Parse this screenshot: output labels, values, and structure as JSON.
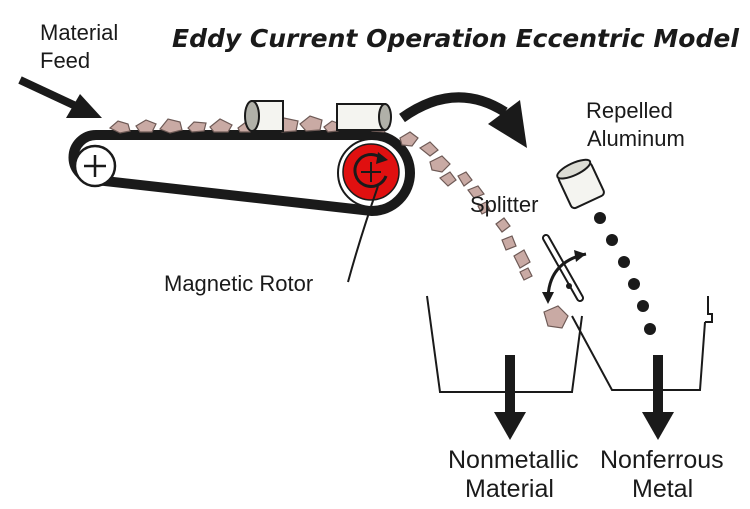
{
  "title": "Eddy Current Operation Eccentric Model",
  "labels": {
    "feed_line1": "Material",
    "feed_line2": "Feed",
    "repelled_line1": "Repelled",
    "repelled_line2": "Aluminum",
    "splitter": "Splitter",
    "rotor": "Magnetic Rotor",
    "nonmetallic_line1": "Nonmetallic",
    "nonmetallic_line2": "Material",
    "nonferrous_line1": "Nonferrous",
    "nonferrous_line2": "Metal"
  },
  "colors": {
    "ink": "#1a1a1a",
    "rotor": "#e01010",
    "debris": "#c9aaa4",
    "can": "#f4f4f0"
  },
  "icons": {
    "idler_pulley": "plus-symbol",
    "rotor": "rotation-arrow"
  }
}
